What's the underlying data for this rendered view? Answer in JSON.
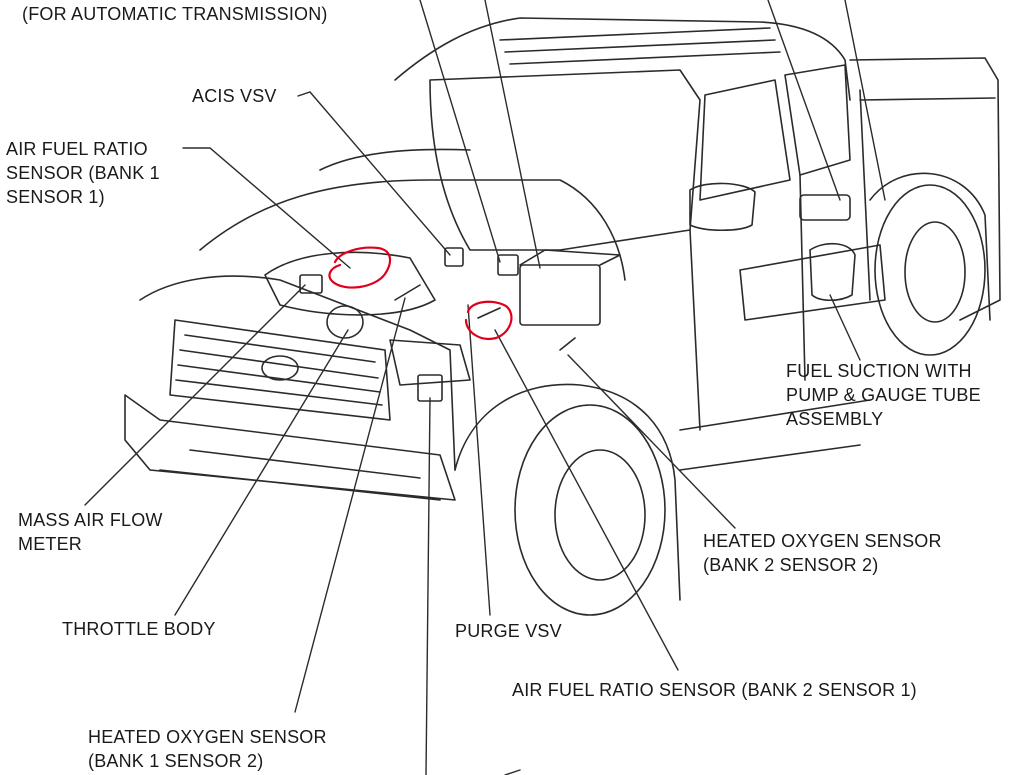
{
  "labels": {
    "auto_transmission": "(FOR AUTOMATIC TRANSMISSION)",
    "acis_vsv": "ACIS VSV",
    "af_bank1": [
      "AIR FUEL RATIO",
      "SENSOR (BANK 1",
      "SENSOR 1)"
    ],
    "maf": [
      "MASS AIR FLOW",
      "METER"
    ],
    "throttle_body": "THROTTLE BODY",
    "ho2_bank1_s2": [
      "HEATED OXYGEN SENSOR",
      "(BANK 1 SENSOR 2)"
    ],
    "purge_vsv": "PURGE VSV",
    "af_bank2": "AIR FUEL RATIO SENSOR (BANK 2 SENSOR 1)",
    "ho2_bank2_s2": [
      "HEATED OXYGEN SENSOR",
      "(BANK 2 SENSOR 2)"
    ],
    "fuel_suction": [
      "FUEL SUCTION WITH",
      "PUMP & GAUGE TUBE",
      "ASSEMBLY"
    ]
  },
  "colors": {
    "line": "#2b2b2b",
    "text": "#1a1a1a",
    "highlight": "#e0001b"
  }
}
